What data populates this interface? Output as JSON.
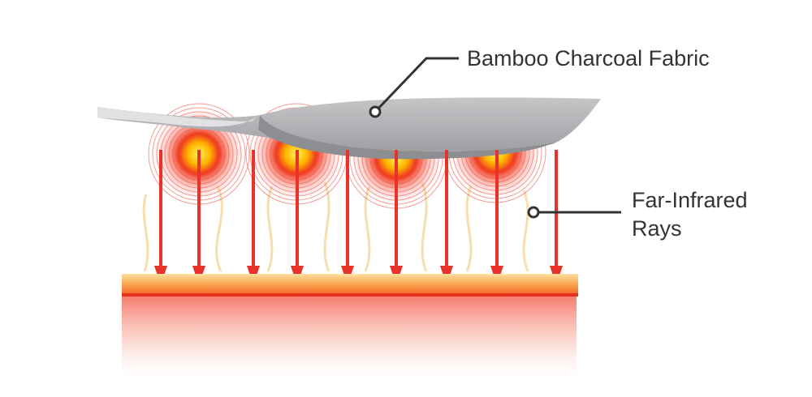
{
  "labels": {
    "fabric": "Bamboo Charcoal Fabric",
    "rays_line1": "Far-Infrared",
    "rays_line2": "Rays"
  },
  "colors": {
    "fabric": "#a9abae",
    "ray": "#e8322a",
    "skin": "#f7a14a",
    "leader": "#333333"
  }
}
